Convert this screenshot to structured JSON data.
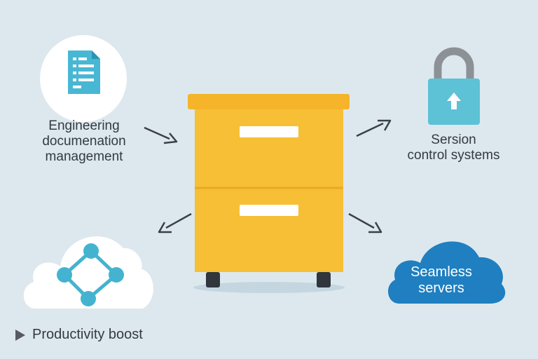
{
  "topics": {
    "docs": "Engineering\ndocumenation\nmanagement",
    "vcs": "Sersion\ncontrol systems",
    "servers": "Seamless\nservers",
    "footer": "Productivity boost"
  },
  "icons": {
    "docs": "document-icon",
    "vcs": "padlock-icon",
    "network": "network-diagram-icon",
    "cabinet": "filing-cabinet-icon",
    "footer": "play-triangle-icon"
  },
  "colors": {
    "background": "#dde8ee",
    "cabinet": "#f7bf35",
    "lock": "#5dc2d6",
    "node": "#44b3cf",
    "cloud_blue": "#1f7fc0"
  }
}
